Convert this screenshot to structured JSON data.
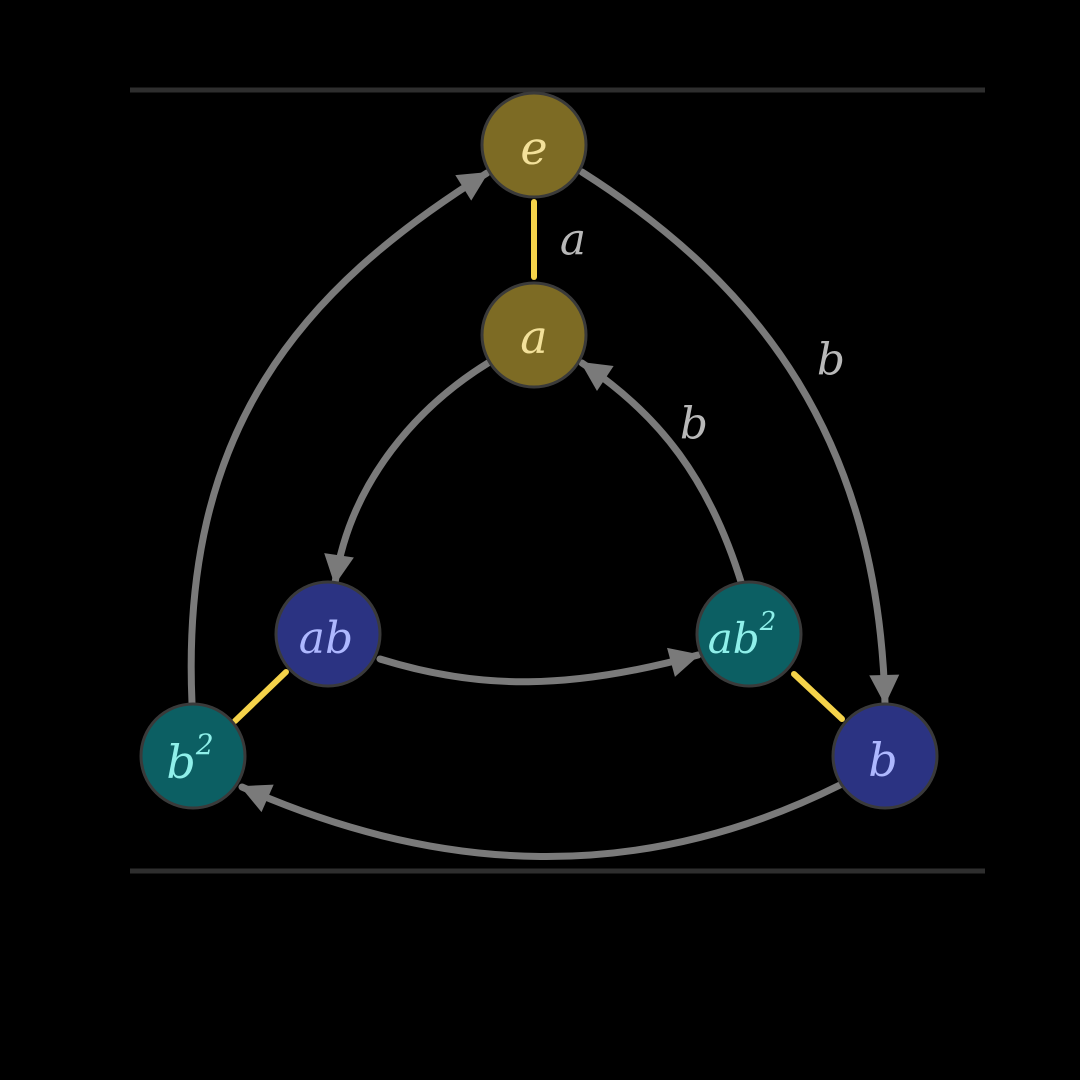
{
  "colors": {
    "background": "#000000",
    "arrow": "#7a7a7a",
    "undirected_edge": "#f5d34a",
    "edge_label": "#b8b8b8",
    "gold_node": "#7d6b24",
    "gold_label": "#f3e19a",
    "navy_node": "#2b3382",
    "navy_label": "#aeb8ff",
    "teal_node": "#0c5f63",
    "teal_label": "#8ff0ea"
  },
  "nodes": {
    "e": {
      "base": "e",
      "sup": ""
    },
    "a": {
      "base": "a",
      "sup": ""
    },
    "ab": {
      "base": "ab",
      "sup": ""
    },
    "ab2": {
      "base": "ab",
      "sup": "2"
    },
    "b": {
      "base": "b",
      "sup": ""
    },
    "b2": {
      "base": "b",
      "sup": "2"
    }
  },
  "edge_labels": {
    "e_a": "a",
    "e_b": "b",
    "ab2_a": "b"
  }
}
